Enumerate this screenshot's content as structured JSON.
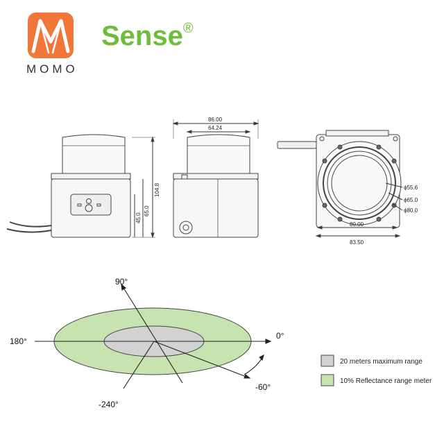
{
  "brand": {
    "logo_text": "MOMO",
    "name": "Sense",
    "registered": "®",
    "logo_color": "#f0763a",
    "name_color": "#6fbe3b"
  },
  "drawings": {
    "height_total": "104.8",
    "height_mid": "65.0",
    "height_low": "45.0",
    "width_outer": "86.00",
    "width_inner": "64.24",
    "dia_1": "ϕ55.6",
    "dia_2": "ϕ65.0",
    "dia_3": "ϕ80.0",
    "back_width_1": "80.00",
    "back_width_2": "83.50"
  },
  "range_diagram": {
    "angles": [
      "90°",
      "180°",
      "0°",
      "-60°",
      "-240°"
    ],
    "legend": [
      {
        "label": "20 meters maximum range",
        "color": "#d2d2d2"
      },
      {
        "label": "10% Reflectance range meter",
        "color": "#c7e3b0"
      }
    ]
  }
}
